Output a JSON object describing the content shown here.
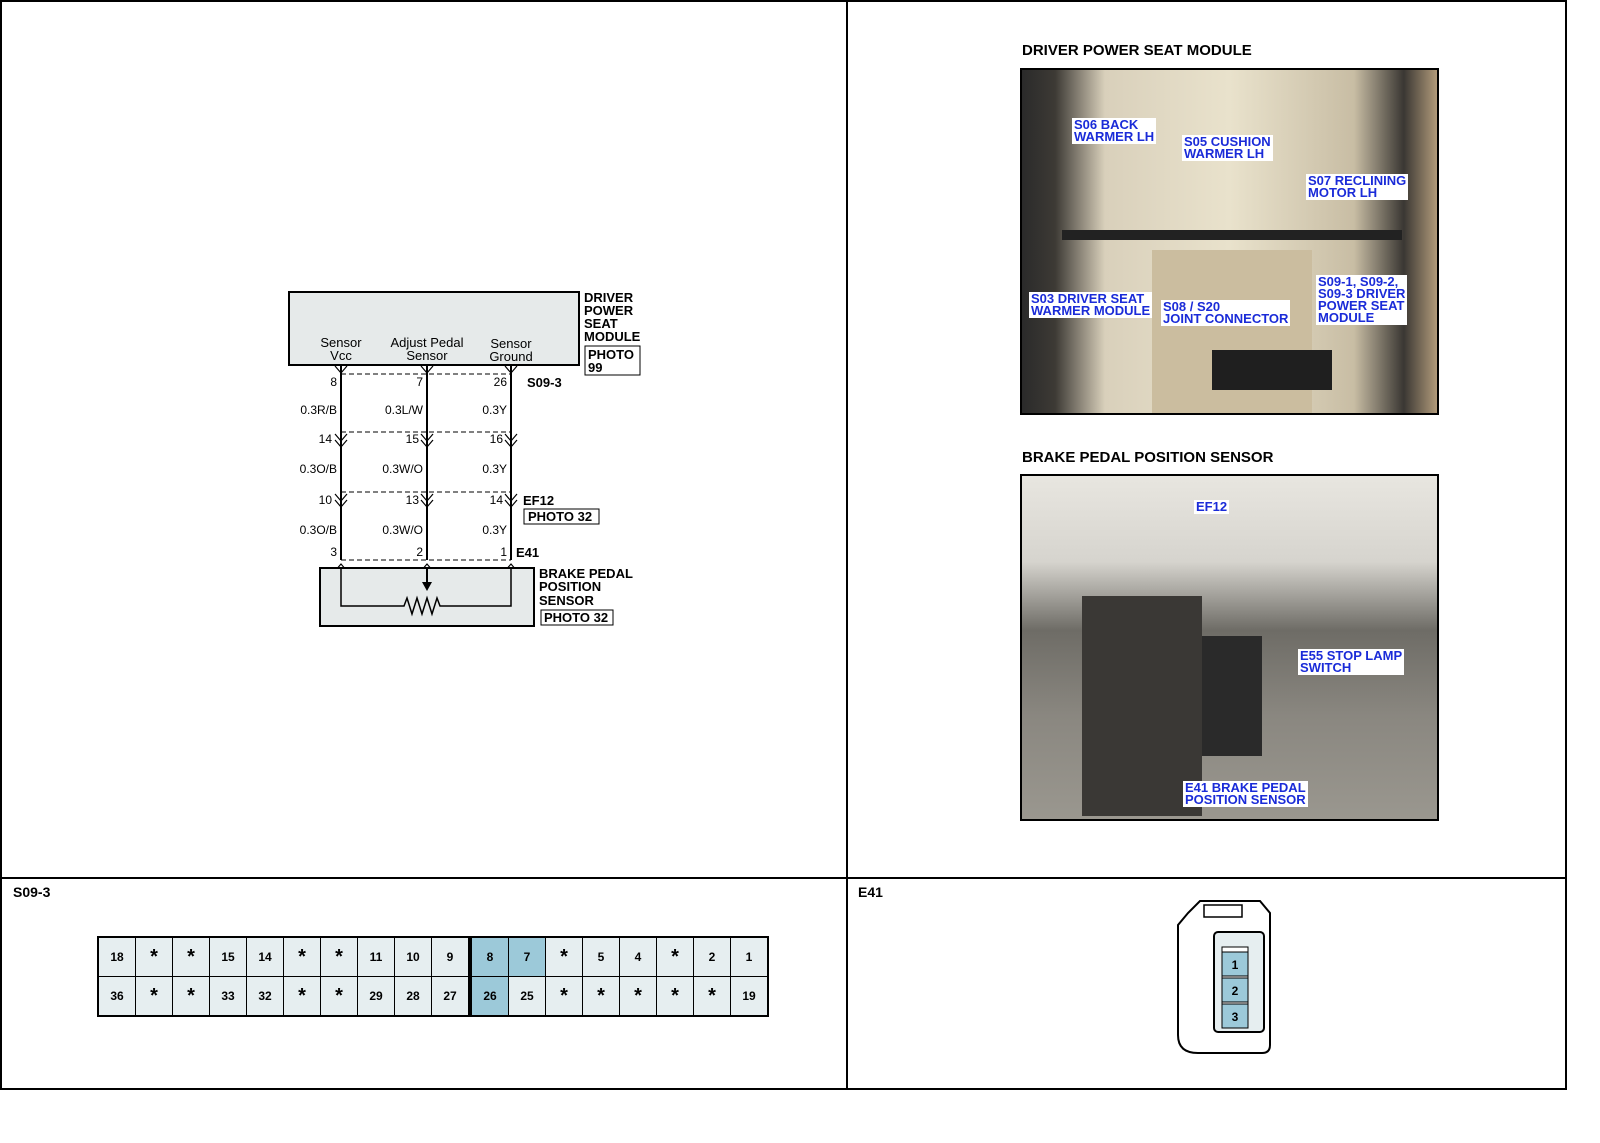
{
  "schematic": {
    "module_name": [
      "DRIVER",
      "POWER",
      "SEAT",
      "MODULE"
    ],
    "module_photo": [
      "PHOTO",
      "99"
    ],
    "pin_labels": [
      [
        "Sensor",
        "Vcc"
      ],
      [
        "Adjust Pedal",
        "Sensor"
      ],
      [
        "Sensor",
        "Ground"
      ]
    ],
    "connectors": [
      {
        "name": "S09-3",
        "pins": [
          "8",
          "7",
          "26"
        ]
      },
      {
        "name": "",
        "pins": [
          "14",
          "15",
          "16"
        ]
      },
      {
        "name": "EF12",
        "photo": "PHOTO 32",
        "pins": [
          "10",
          "13",
          "14"
        ]
      },
      {
        "name": "E41",
        "pins": [
          "3",
          "2",
          "1"
        ]
      }
    ],
    "wires": [
      [
        "0.3R/B",
        "0.3L/W",
        "0.3Y"
      ],
      [
        "0.3O/B",
        "0.3W/O",
        "0.3Y"
      ],
      [
        "0.3O/B",
        "0.3W/O",
        "0.3Y"
      ]
    ],
    "sensor_name": [
      "BRAKE PEDAL",
      "POSITION",
      "SENSOR"
    ],
    "sensor_photo": "PHOTO 32"
  },
  "photos": [
    {
      "title": "DRIVER POWER SEAT MODULE",
      "callouts": [
        "S06 BACK\nWARMER LH",
        "S05 CUSHION\nWARMER LH",
        "S07 RECLINING\nMOTOR LH",
        "S09-1, S09-2,\nS09-3 DRIVER\nPOWER SEAT\nMODULE",
        "S03 DRIVER SEAT\nWARMER MODULE",
        "S08 / S20\nJOINT CONNECTOR"
      ]
    },
    {
      "title": "BRAKE PEDAL POSITION SENSOR",
      "callouts": [
        "EF12",
        "E55 STOP LAMP\nSWITCH",
        "E41 BRAKE PEDAL\nPOSITION SENSOR"
      ]
    }
  ],
  "connector_views": {
    "s09_title": "S09-3",
    "s09_left": [
      [
        "18",
        "*",
        "*",
        "15",
        "14",
        "*",
        "*",
        "11",
        "10",
        "9"
      ],
      [
        "36",
        "*",
        "*",
        "33",
        "32",
        "*",
        "*",
        "29",
        "28",
        "27"
      ]
    ],
    "s09_right": [
      [
        "8",
        "7",
        "*",
        "5",
        "4",
        "*",
        "2",
        "1"
      ],
      [
        "26",
        "25",
        "*",
        "*",
        "*",
        "*",
        "*",
        "19"
      ]
    ],
    "s09_highlight": [
      "8",
      "7",
      "26"
    ],
    "e41_title": "E41",
    "e41_pins": [
      "1",
      "2",
      "3"
    ]
  },
  "colors": {
    "callout": "#1a2bd8",
    "highlight": "#9cc9d9",
    "cell": "#e6eef0"
  }
}
